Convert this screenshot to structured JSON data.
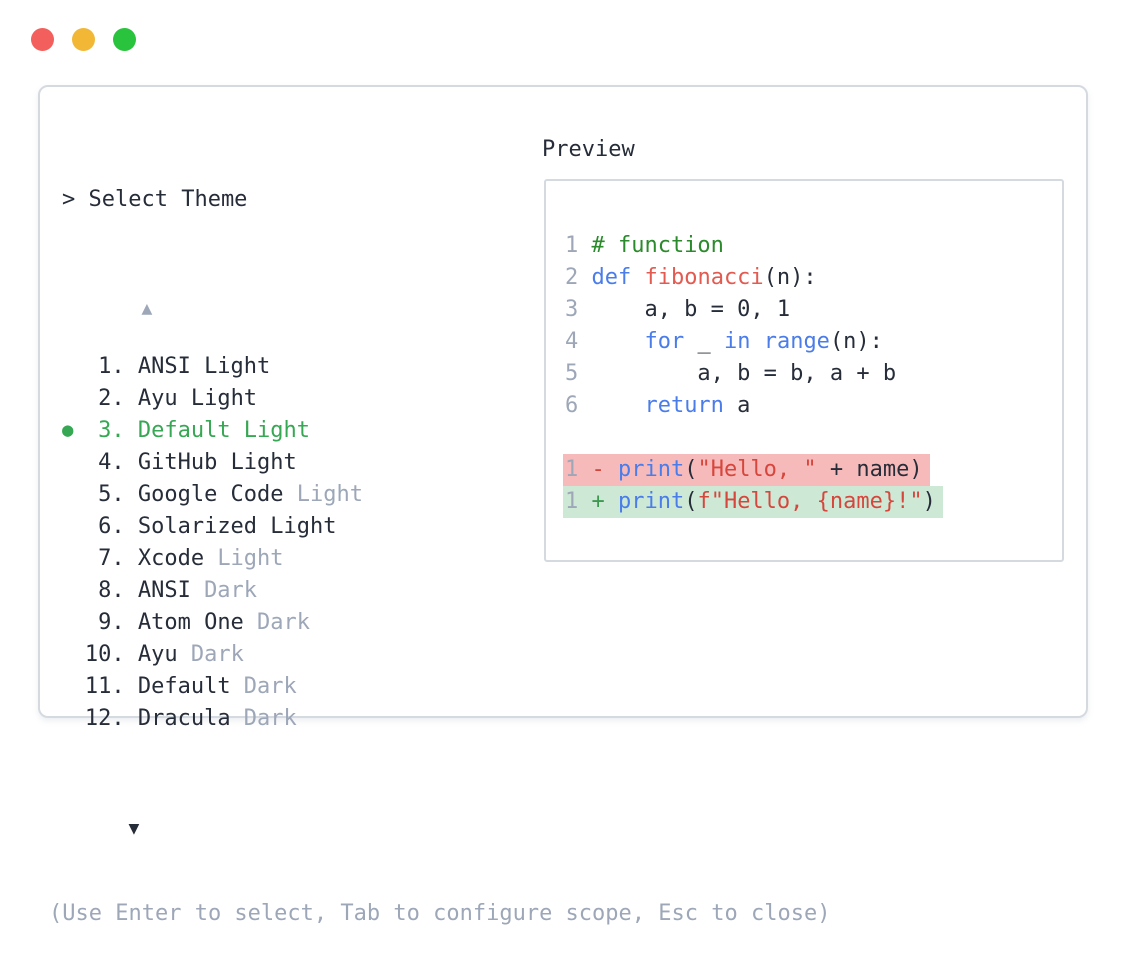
{
  "colors": {
    "text": "#262d39",
    "muted": "#9da7b8",
    "accent_green": "#36a853",
    "comment_green": "#2b8a2b",
    "kw_blue": "#4a7dea",
    "fn_red": "#e25a50",
    "str_red": "#d6463c",
    "removed_bg": "#f6baba",
    "added_bg": "#cde9d6",
    "minus": "#d2453c",
    "plus": "#3d9950",
    "panel_border": "#d5dae1",
    "t_red": "#f25f5c",
    "t_yellow": "#f2b735",
    "t_green": "#2ac33e"
  },
  "window_controls": {
    "close": "close",
    "minimize": "minimize",
    "zoom": "zoom"
  },
  "picker": {
    "prompt": "> Select Theme",
    "scroll_up": "▲",
    "scroll_down": "▼",
    "selected_marker": "●",
    "items": [
      {
        "number": "1.",
        "name": "ANSI",
        "variant": "Light",
        "variant_muted": false,
        "selected": false
      },
      {
        "number": "2.",
        "name": "Ayu",
        "variant": "Light",
        "variant_muted": false,
        "selected": false
      },
      {
        "number": "3.",
        "name": "Default",
        "variant": "Light",
        "variant_muted": false,
        "selected": true
      },
      {
        "number": "4.",
        "name": "GitHub",
        "variant": "Light",
        "variant_muted": false,
        "selected": false
      },
      {
        "number": "5.",
        "name": "Google Code",
        "variant": "Light",
        "variant_muted": true,
        "selected": false
      },
      {
        "number": "6.",
        "name": "Solarized",
        "variant": "Light",
        "variant_muted": false,
        "selected": false
      },
      {
        "number": "7.",
        "name": "Xcode",
        "variant": "Light",
        "variant_muted": true,
        "selected": false
      },
      {
        "number": "8.",
        "name": "ANSI",
        "variant": "Dark",
        "variant_muted": true,
        "selected": false
      },
      {
        "number": "9.",
        "name": "Atom One",
        "variant": "Dark",
        "variant_muted": true,
        "selected": false
      },
      {
        "number": "10.",
        "name": "Ayu",
        "variant": "Dark",
        "variant_muted": true,
        "selected": false
      },
      {
        "number": "11.",
        "name": "Default",
        "variant": "Dark",
        "variant_muted": true,
        "selected": false
      },
      {
        "number": "12.",
        "name": "Dracula",
        "variant": "Dark",
        "variant_muted": true,
        "selected": false
      }
    ],
    "help": "(Use Enter to select, Tab to configure scope, Esc to close)"
  },
  "preview": {
    "label": "Preview",
    "lines": [
      {
        "no": "1",
        "diff": "",
        "tokens": [
          [
            "# function",
            "comment"
          ]
        ]
      },
      {
        "no": "2",
        "diff": "",
        "tokens": [
          [
            "def",
            "kw"
          ],
          [
            " ",
            "plain"
          ],
          [
            "fibonacci",
            "fn"
          ],
          [
            "(n):",
            "plain"
          ]
        ]
      },
      {
        "no": "3",
        "diff": "",
        "tokens": [
          [
            "    a, b = 0, 1",
            "plain"
          ]
        ]
      },
      {
        "no": "4",
        "diff": "",
        "tokens": [
          [
            "    ",
            "plain"
          ],
          [
            "for",
            "kw"
          ],
          [
            " _ ",
            "plain"
          ],
          [
            "in",
            "kw"
          ],
          [
            " ",
            "plain"
          ],
          [
            "range",
            "kw"
          ],
          [
            "(n):",
            "plain"
          ]
        ]
      },
      {
        "no": "5",
        "diff": "",
        "tokens": [
          [
            "        a, b = b, a + b",
            "plain"
          ]
        ]
      },
      {
        "no": "6",
        "diff": "",
        "tokens": [
          [
            "    ",
            "plain"
          ],
          [
            "return",
            "kw"
          ],
          [
            " a",
            "plain"
          ]
        ]
      },
      {
        "no": "",
        "diff": "",
        "tokens": []
      },
      {
        "no": "1",
        "diff": "removed",
        "tokens": [
          [
            "- ",
            "minus"
          ],
          [
            "print",
            "kw"
          ],
          [
            "(",
            "plain"
          ],
          [
            "\"Hello, \"",
            "str"
          ],
          [
            " + name)",
            "plain"
          ]
        ]
      },
      {
        "no": "1",
        "diff": "added",
        "tokens": [
          [
            "+ ",
            "plus"
          ],
          [
            "print",
            "kw"
          ],
          [
            "(",
            "plain"
          ],
          [
            "f\"Hello, {name}!\"",
            "str"
          ],
          [
            ")",
            "plain"
          ]
        ]
      }
    ]
  }
}
